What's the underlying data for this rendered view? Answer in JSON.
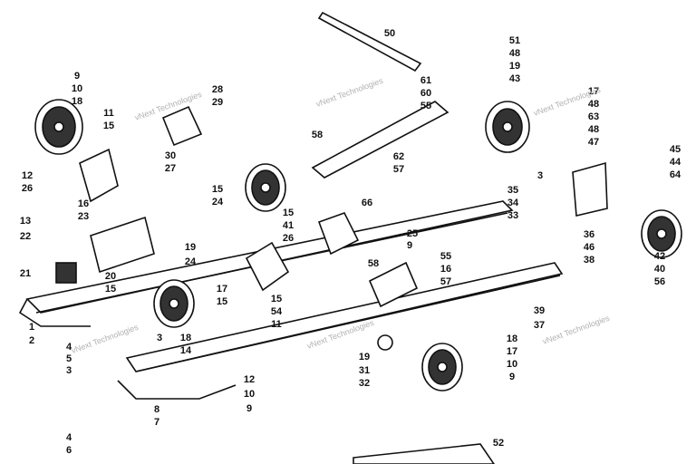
{
  "diagram": {
    "callouts": [
      "50",
      "51",
      "48",
      "19",
      "43",
      "61",
      "60",
      "55",
      "17",
      "48",
      "63",
      "48",
      "47",
      "9",
      "10",
      "18",
      "11",
      "15",
      "28",
      "29",
      "58",
      "62",
      "57",
      "66",
      "3",
      "45",
      "44",
      "64",
      "35",
      "34",
      "33",
      "36",
      "46",
      "38",
      "12",
      "26",
      "16",
      "23",
      "30",
      "27",
      "15",
      "24",
      "15",
      "41",
      "26",
      "25",
      "9",
      "13",
      "22",
      "21",
      "19",
      "24",
      "20",
      "15",
      "17",
      "15",
      "15",
      "54",
      "11",
      "58",
      "55",
      "16",
      "57",
      "42",
      "40",
      "56",
      "39",
      "37",
      "1",
      "2",
      "18",
      "14",
      "3",
      "4",
      "5",
      "3",
      "4",
      "6",
      "8",
      "7",
      "12",
      "10",
      "9",
      "19",
      "31",
      "32",
      "18",
      "17",
      "10",
      "9",
      "52"
    ],
    "watermark": "vNext Technologies"
  }
}
